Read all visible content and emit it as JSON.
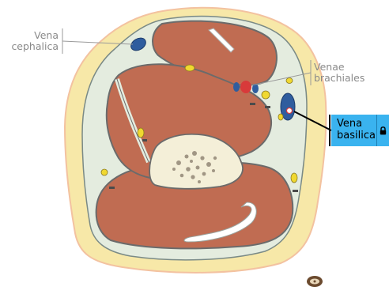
{
  "labels": {
    "cephalica_line1": "Vena",
    "cephalica_line2": "cephalica",
    "brachiales_line1": "Venae",
    "brachiales_line2": "brachiales"
  },
  "callout": {
    "line1": "Vena",
    "line2": "basilica"
  },
  "icons": {
    "callout_lock": "lock-icon",
    "footer_logo": "kenhub-logo-icon"
  },
  "colors": {
    "skin_fat": "#f7e8a8",
    "skin_border": "#f3c2a0",
    "fascia": "#dfe8e0",
    "muscle": "#c06c52",
    "muscle_outline": "#6b6b6b",
    "bone": "#f4efd8",
    "vein": "#2f5d9e",
    "artery": "#d83a3a",
    "nerve": "#f0d830",
    "callout_bg": "#3ab3ef"
  }
}
